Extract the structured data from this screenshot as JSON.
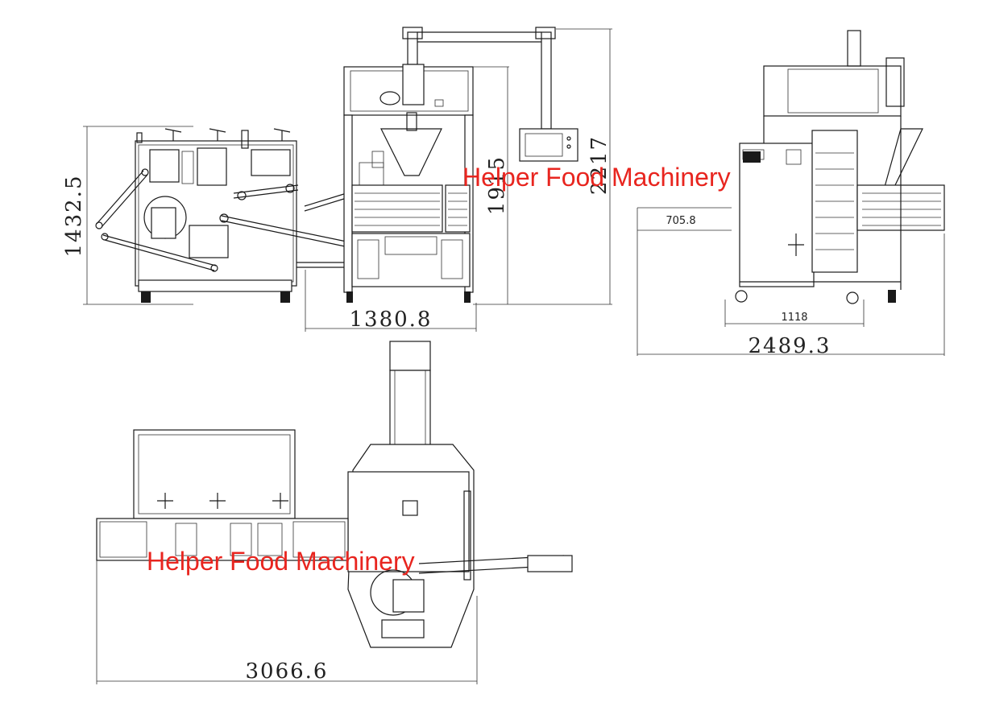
{
  "watermark": {
    "text": "Helper Food Machinery",
    "color": "#e8251f"
  },
  "dimensions": {
    "side_height": "1432.5",
    "front_width": "1380.8",
    "front_height_inner": "1915",
    "front_height_total": "2217",
    "right_offset": "705.8",
    "right_base": "1118",
    "right_width": "2489.3",
    "top_length": "3066.6"
  },
  "views": [
    "side-view",
    "front-view",
    "right-view",
    "top-view"
  ]
}
